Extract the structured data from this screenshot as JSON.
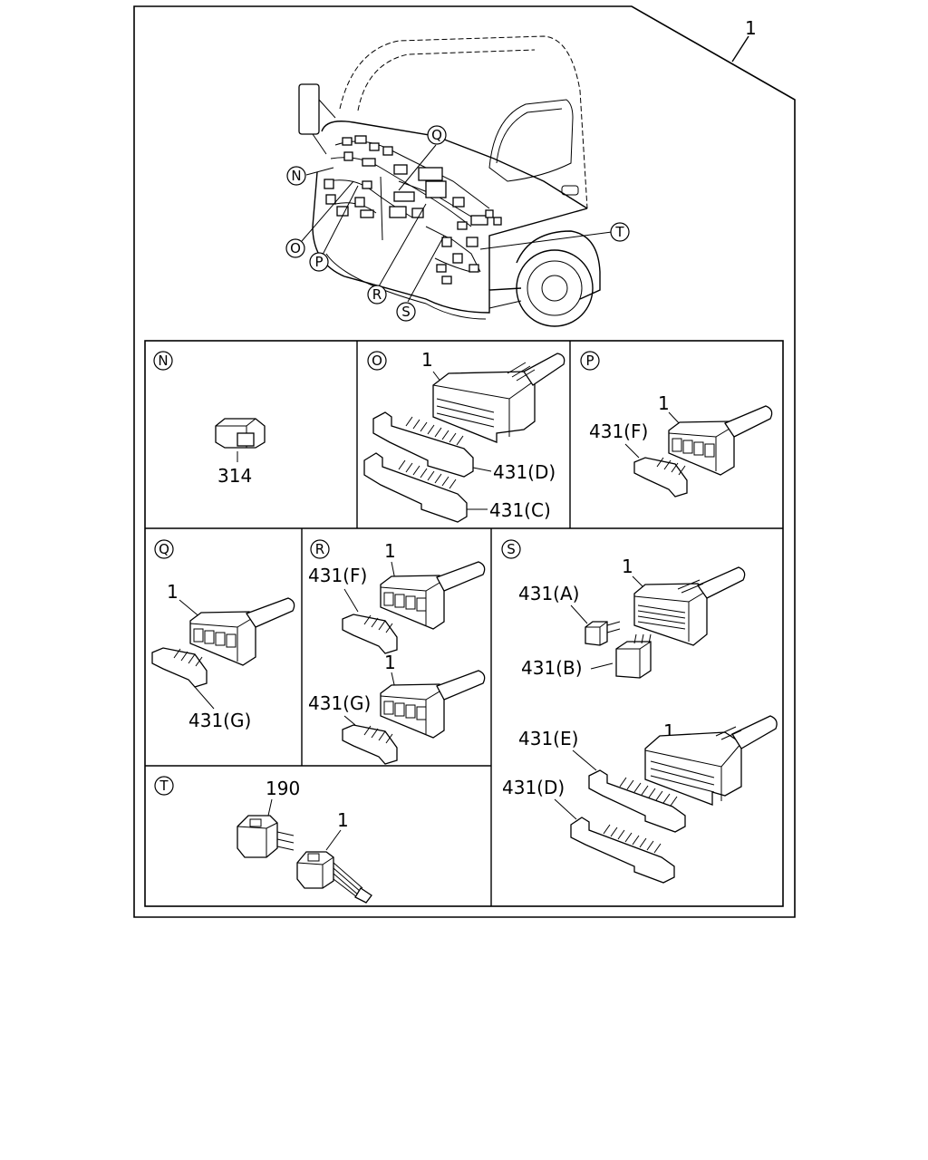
{
  "callouts": {
    "assembly": "1",
    "N": "N",
    "O": "O",
    "P": "P",
    "Q": "Q",
    "R": "R",
    "S": "S",
    "T": "T"
  },
  "panels": {
    "N": {
      "tag": "N",
      "labels": [
        "314"
      ]
    },
    "O": {
      "tag": "O",
      "labels": [
        "1",
        "431(D)",
        "431(C)"
      ]
    },
    "P": {
      "tag": "P",
      "labels": [
        "1",
        "431(F)"
      ]
    },
    "Q": {
      "tag": "Q",
      "labels": [
        "1",
        "431(G)"
      ]
    },
    "R": {
      "tag": "R",
      "labels": [
        "431(F)",
        "1",
        "1",
        "431(G)"
      ]
    },
    "S": {
      "tag": "S",
      "labels": [
        "1",
        "431(A)",
        "431(B)",
        "1",
        "431(E)",
        "431(D)"
      ]
    },
    "T": {
      "tag": "T",
      "labels": [
        "190",
        "1"
      ]
    }
  }
}
